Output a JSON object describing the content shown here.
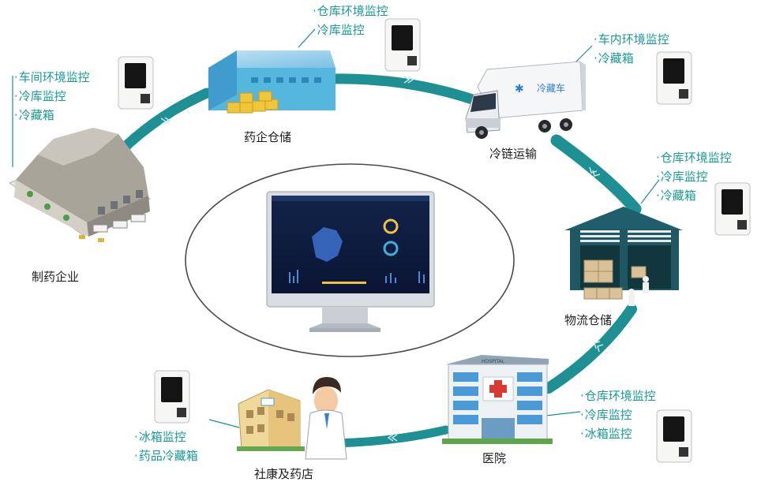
{
  "nodes": {
    "pharma": {
      "label": "制药企业",
      "monitors": [
        "车间环境监控",
        "冷库监控",
        "冷藏箱"
      ]
    },
    "storage": {
      "label": "药企仓储",
      "monitors": [
        "仓库环境监控",
        "冷库监控"
      ]
    },
    "transport": {
      "label": "冷链运输",
      "monitors": [
        "车内环境监控",
        "冷藏箱"
      ],
      "truck_text": "冷藏车"
    },
    "logistics": {
      "label": "物流仓储",
      "monitors": [
        "仓库环境监控",
        "冷库监控",
        "冷藏箱"
      ]
    },
    "hospital": {
      "label": "医院",
      "monitors": [
        "仓库环境监控",
        "冷库监控",
        "冰箱监控"
      ],
      "sign": "HOSPITAL"
    },
    "pharmacy": {
      "label": "社康及药店",
      "monitors": [
        "冰箱监控",
        "药品冷藏箱"
      ]
    }
  },
  "colors": {
    "flow": "#1e8f92",
    "monitor_text": "#1a9a94",
    "label_text": "#1d1d1d"
  }
}
